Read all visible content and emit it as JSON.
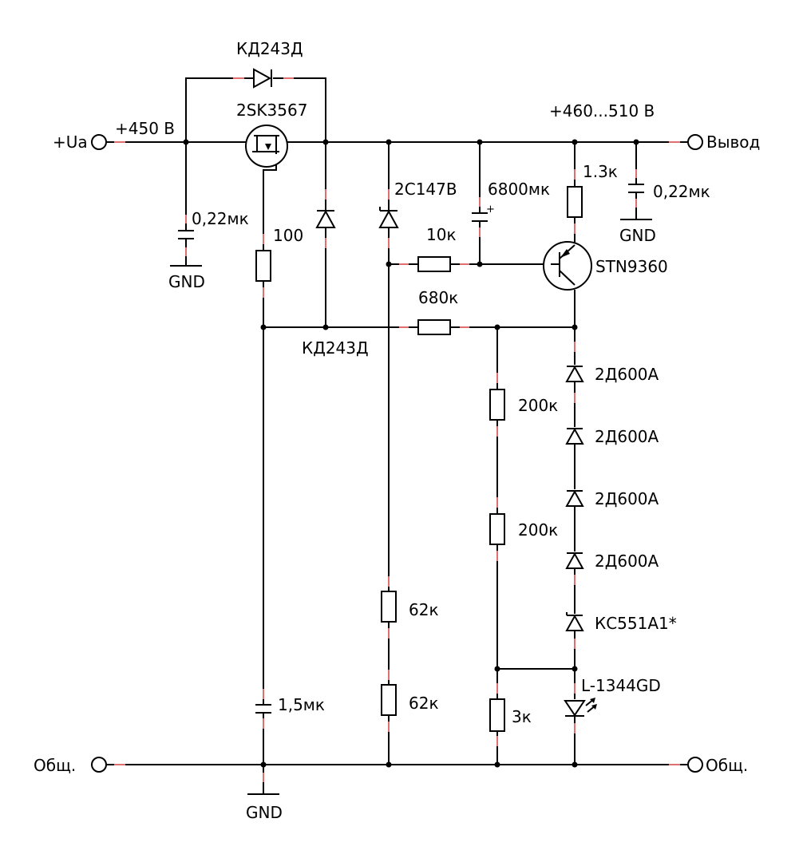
{
  "diagram": {
    "terminals": {
      "input": "+Ua",
      "output": "Вывод",
      "common_left": "Общ.",
      "common_right": "Общ."
    },
    "voltages": {
      "input": "+450 В",
      "output": "+460...510 В"
    },
    "components": {
      "d_bypass": "КД243Д",
      "d_protect": "КД243Д",
      "mosfet": "2SK3567",
      "c_in": "0,22мк",
      "r_gate": "100",
      "zener": "2С147В",
      "c_big": "6800мк",
      "r_base": "10к",
      "r_coll": "1.3к",
      "c_out": "0,22мк",
      "transistor": "STN9360",
      "r_fb": "680к",
      "r_div1": "200к",
      "r_div2": "200к",
      "r_div3": "3к",
      "diode1": "2Д600А",
      "diode2": "2Д600А",
      "diode3": "2Д600А",
      "diode4": "2Д600А",
      "ref_zener": "КС551А1*",
      "led": "L-1344GD",
      "c_gate": "1,5мк",
      "r_62a": "62к",
      "r_62b": "62к"
    },
    "grounds": {
      "g_cin": "GND",
      "g_cout": "GND",
      "g_main": "GND"
    },
    "cap_polarity": "+"
  }
}
